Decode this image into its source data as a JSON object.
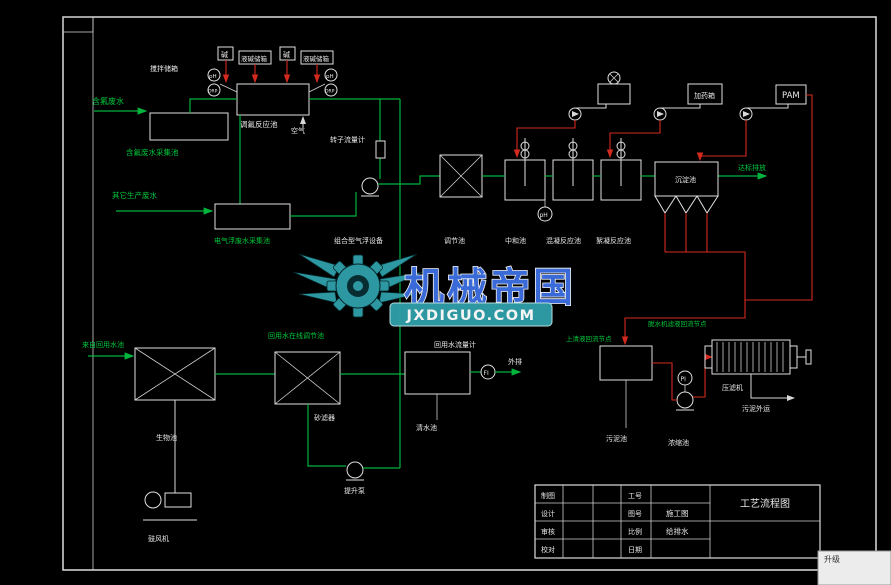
{
  "colors": {
    "pipe_water": "#00b43c",
    "pipe_chemical": "#d42a1e",
    "equipment_line": "#e0e0e0",
    "watermark_teal": "#2f9fa8",
    "watermark_blue": "#3d6fe0"
  },
  "top_left": {
    "inflow_label": "含氟废水",
    "pit1_label": "含氟废水采集池",
    "stir_tank_label": "搅拌储箱",
    "alkali_box_1": "碱",
    "alkali_tank_1": "液碱储箱",
    "alkali_box_2": "碱",
    "alkali_tank_2": "液碱储箱",
    "ph": "pH",
    "orp": "ORP",
    "reaction_tank_label": "调氟反应池",
    "air_label": "空气",
    "rotameter_label": "转子流量计",
    "other_inflow_label": "其它生产废水",
    "pit2_label": "电气浮废水采集池",
    "daf_label": "组合型气浮设备"
  },
  "process_row": {
    "tank_a_label": "调节池",
    "tank_1_label": "中和池",
    "tank_2_label": "混凝反应池",
    "tank_3_label": "絮凝反应池",
    "settler_label": "沉淀池",
    "ph": "pH",
    "outflow_label": "达标排放"
  },
  "dosing": {
    "dosing_box_label": "加药箱",
    "pam_label": "PAM"
  },
  "bottom_left": {
    "inflow_label": "来自回用水池",
    "bio_tank_label": "生物池",
    "blower_label": "鼓风机",
    "reuse_tank_label": "回用水在线调节池",
    "sand_filter_label": "砂滤器",
    "lift_pump_label": "提升泵",
    "flowmeter_label": "回用水流量计",
    "clear_tank_label": "清水池",
    "fi": "FI",
    "outfall_label": "外排"
  },
  "bottom_right": {
    "supernatant_label": "上清液回流节点",
    "filtrate_label": "脱水机滤液回流节点",
    "sludge_tank_label": "污泥池",
    "pi": "PI",
    "thickener_label": "浓缩池",
    "press_label": "压滤机",
    "sludge_out_label": "污泥外运"
  },
  "title_block": {
    "row_labels": [
      "制图",
      "设计",
      "审核",
      "校对"
    ],
    "col_labels": [
      "工号",
      "图号",
      "比例",
      "日期"
    ],
    "doc_type": "施工图",
    "discipline": "给排水",
    "drawing_title": "工艺流程图"
  },
  "corner_note": "升级",
  "watermark": {
    "brand": "机械帝国",
    "site": "JXDIGUO.COM"
  }
}
